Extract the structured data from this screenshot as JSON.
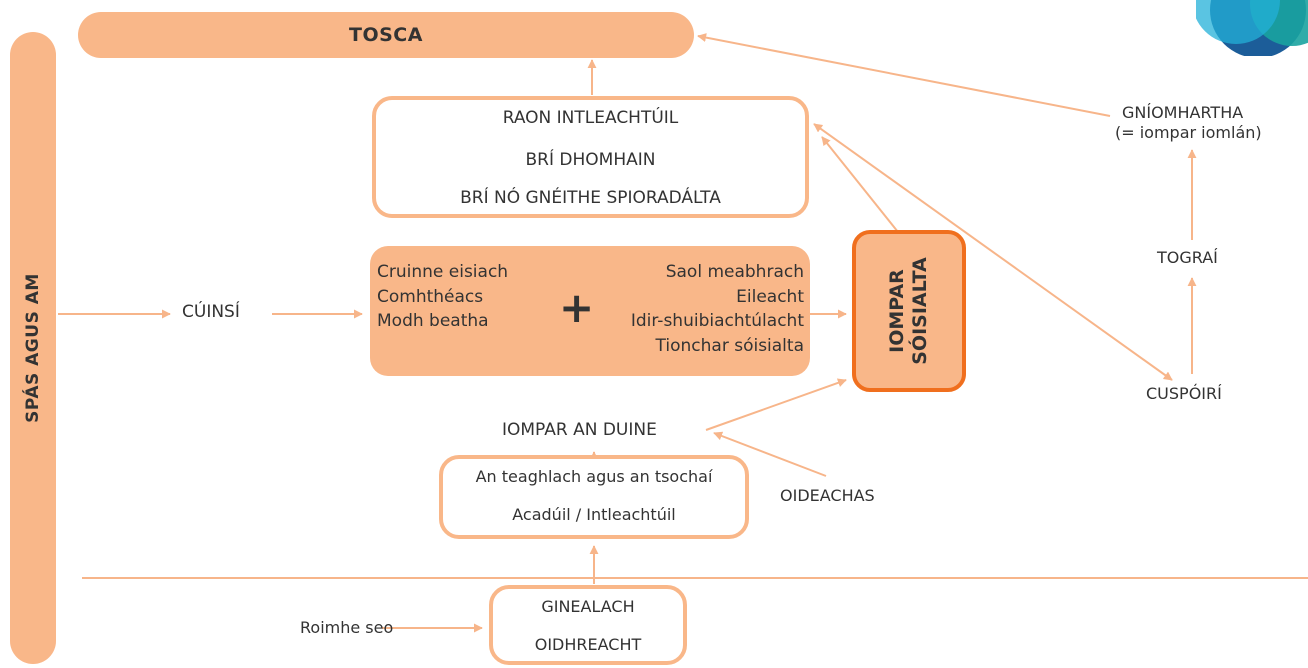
{
  "sidebar": {
    "label": "SPÁS AGUS AM"
  },
  "tosca": {
    "label": "TOSCA"
  },
  "raon_box": {
    "line1": "RAON INTLEACHTÚIL",
    "line2": "BRÍ DHOMHAIN",
    "line3": "BRÍ NÓ GNÉITHE SPIORADÁLTA"
  },
  "context_box": {
    "left": [
      "Cruinne eisiach",
      "Comhthéacs",
      "Modh beatha"
    ],
    "plus": "+",
    "right": [
      "Saol meabhrach",
      "Eileacht",
      "Idir-shuibiachtúlacht",
      "Tionchar sóisialta"
    ]
  },
  "social_behaviour": {
    "line1": "IOMPAR",
    "line2": "SÓISIALTA"
  },
  "labels": {
    "cuinsi": "CÚINSÍ",
    "gniomhartha": "GNÍOMHARTHA",
    "gniomhartha_sub": "(= iompar iomlán)",
    "tograi": "TOGRAÍ",
    "cuspoiri": "CUSPÓIRÍ",
    "iompar_an_duine": "IOMPAR AN DUINE",
    "oideachas": "OIDEACHAS",
    "roimhe_seo": "Roimhe seo"
  },
  "family_box": {
    "line1": "An teaghlach agus an tsochaí",
    "line2": "Acadúil / Intleachtúil"
  },
  "generation_box": {
    "line1": "GINEALACH",
    "line2": "OIDHREACHT"
  },
  "colors": {
    "fill": "#f9b789",
    "accent_border": "#f06f1e",
    "arrow": "#f7b58a",
    "text": "#333333",
    "logo_teal": "#1aa3a0",
    "logo_blue": "#1c5d99"
  }
}
